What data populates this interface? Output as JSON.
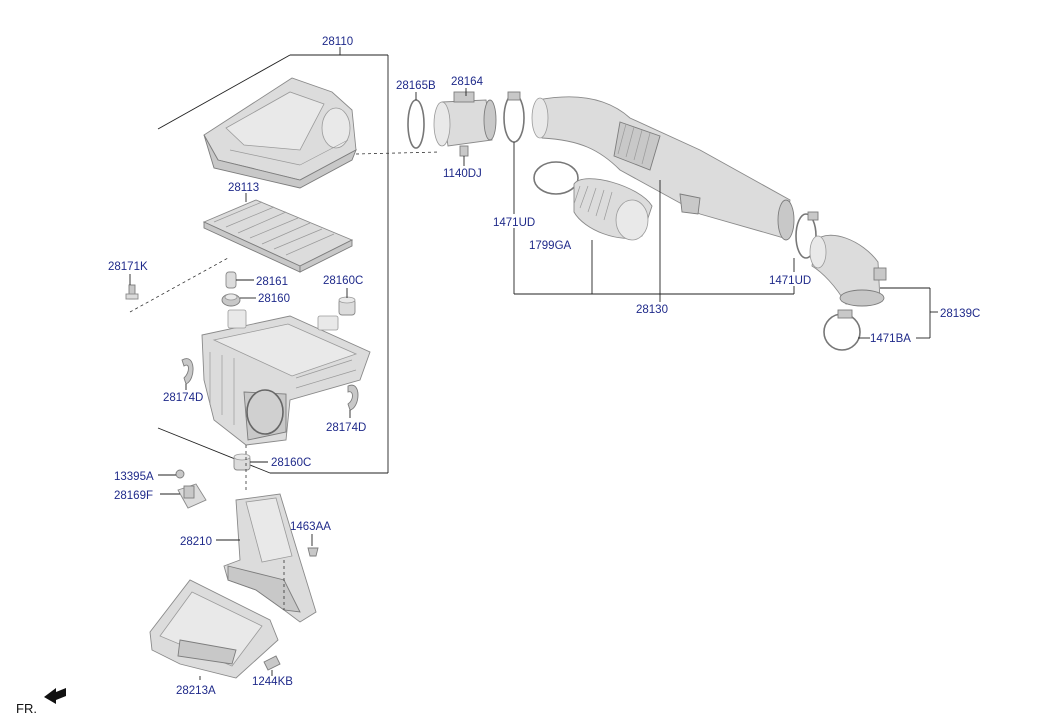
{
  "labels": {
    "air_cleaner_assy": "28110",
    "o_ring": "28165B",
    "air_flow_sensor": "28164",
    "bolt_sensor": "1140DJ",
    "element": "28113",
    "bolt_left": "28171K",
    "insulator_a": "28161",
    "insulator_b": "28160",
    "mount_c_top": "28160C",
    "clamp_left": "28174D",
    "clamp_right": "28174D",
    "mount_c_bottom": "28160C",
    "clamp_hose_left": "1471UD",
    "resonator": "1799GA",
    "hose_assy": "28130",
    "clamp_hose_right": "1471UD",
    "turbo_hose": "28139C",
    "clamp_turbo": "1471BA",
    "nut": "13395A",
    "bracket": "28169F",
    "duct": "28210",
    "clip": "1463AA",
    "guide": "28213A",
    "screw": "1244KB",
    "front": "FR."
  },
  "colors": {
    "label": "#1f2a8a",
    "line": "#222222",
    "part": "#dcdcdc"
  }
}
